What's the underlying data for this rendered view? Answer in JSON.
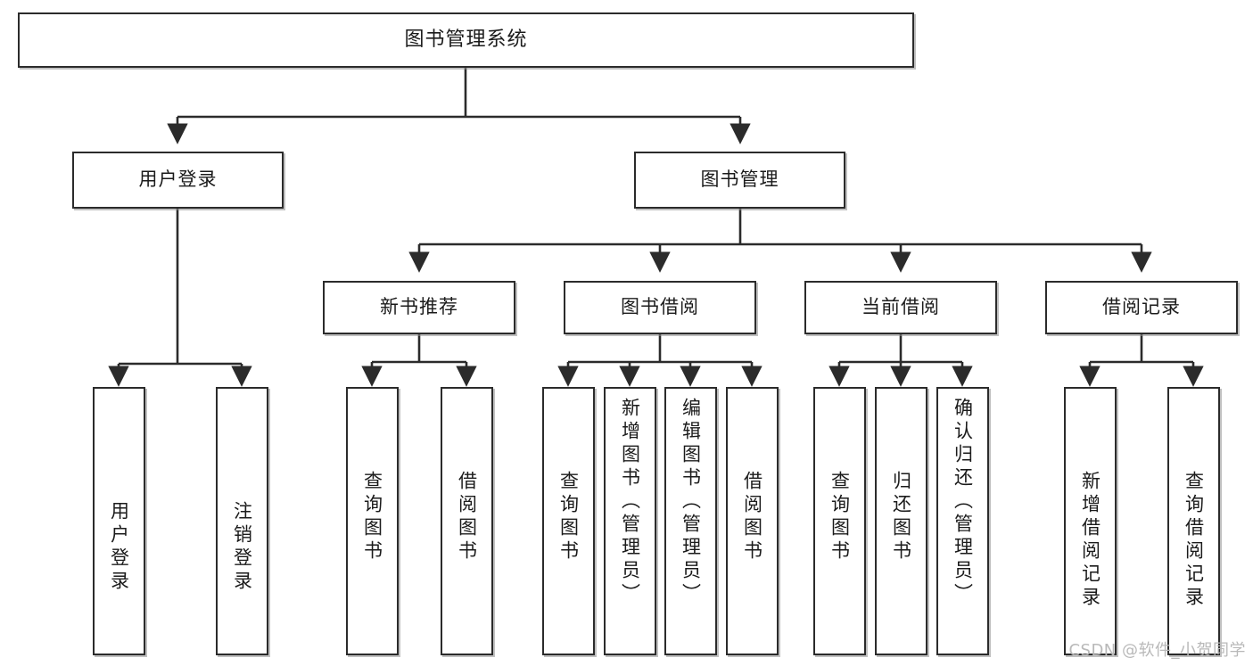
{
  "diagram": {
    "title": "图书管理系统",
    "type": "tree-hierarchy",
    "watermark": "CSDN @软件_小贺同学",
    "colors": {
      "box_border": "#2b2b2b",
      "box_fill": "#ffffff",
      "edge": "#2b2b2b",
      "text": "#1b1b1b",
      "watermark": "#b9b9b9",
      "shadow": "#8c8c8c"
    },
    "root": {
      "label": "图书管理系统"
    },
    "level1": [
      {
        "id": "user-login",
        "label": "用户登录"
      },
      {
        "id": "book-management",
        "label": "图书管理"
      }
    ],
    "level2": [
      {
        "id": "new-book-recommend",
        "label": "新书推荐"
      },
      {
        "id": "book-borrow",
        "label": "图书借阅"
      },
      {
        "id": "current-borrow",
        "label": "当前借阅"
      },
      {
        "id": "borrow-record",
        "label": "借阅记录"
      }
    ],
    "leaves": {
      "user_login": [
        {
          "id": "leaf-user-login",
          "label": "用户登录"
        },
        {
          "id": "leaf-logout-login",
          "label": "注销登录"
        }
      ],
      "new_book_recommend": [
        {
          "id": "leaf-query-book-1",
          "label": "查询图书"
        },
        {
          "id": "leaf-borrow-book-1",
          "label": "借阅图书"
        }
      ],
      "book_borrow": [
        {
          "id": "leaf-query-book-2",
          "label": "查询图书"
        },
        {
          "id": "leaf-add-book",
          "label": "新增图书（管理员）"
        },
        {
          "id": "leaf-edit-book",
          "label": "编辑图书（管理员）"
        },
        {
          "id": "leaf-borrow-book-2",
          "label": "借阅图书"
        }
      ],
      "current_borrow": [
        {
          "id": "leaf-query-book-3",
          "label": "查询图书"
        },
        {
          "id": "leaf-return-book",
          "label": "归还图书"
        },
        {
          "id": "leaf-confirm-return",
          "label": "确认归还（管理员）"
        }
      ],
      "borrow_record": [
        {
          "id": "leaf-add-record",
          "label": "新增借阅记录"
        },
        {
          "id": "leaf-query-record",
          "label": "查询借阅记录"
        }
      ]
    }
  }
}
